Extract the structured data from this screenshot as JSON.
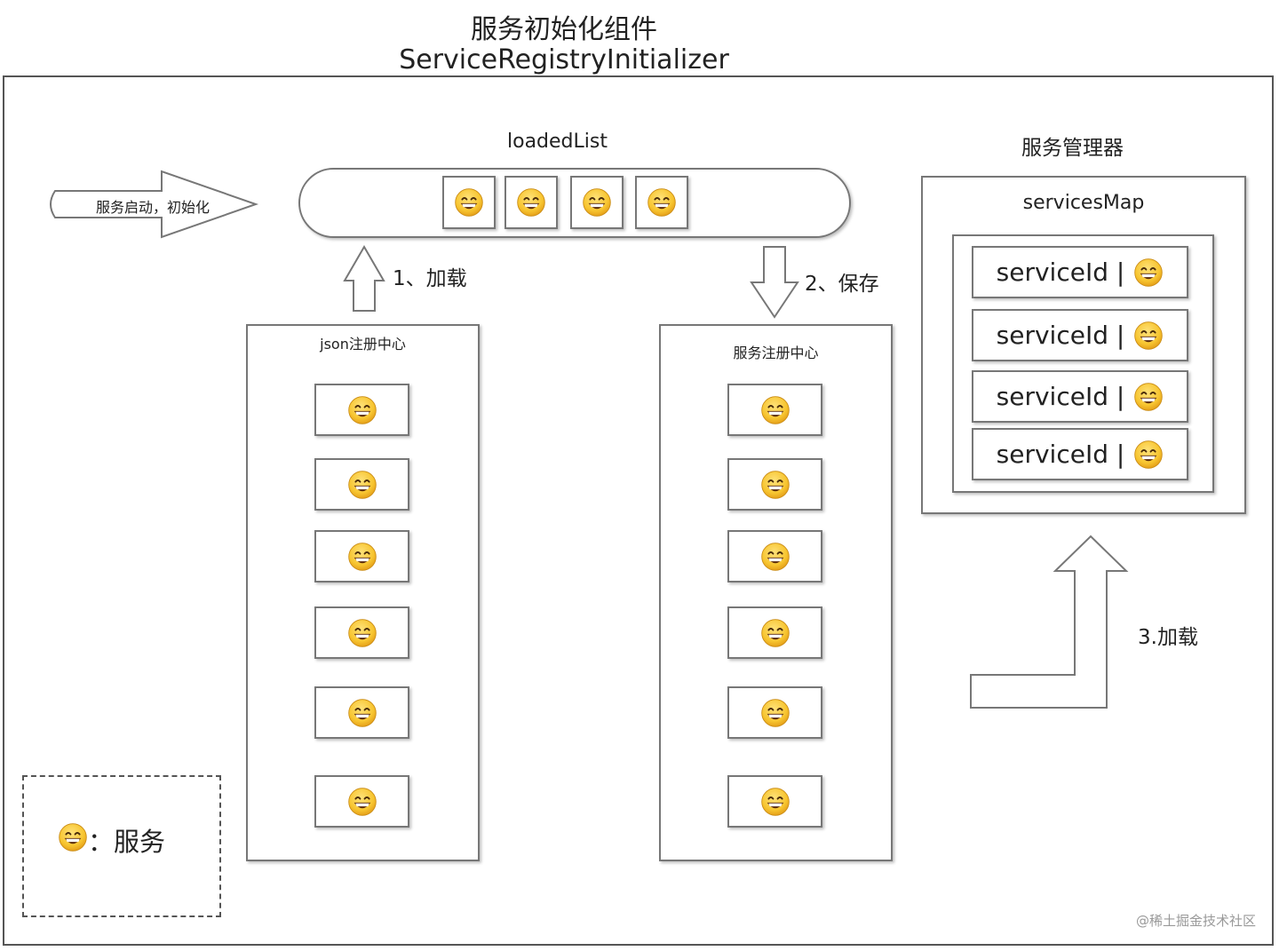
{
  "title": {
    "line1": "服务初始化组件",
    "line2": "ServiceRegistryInitializer"
  },
  "start_arrow": {
    "label": "服务启动，初始化"
  },
  "loaded_list": {
    "label": "loadedList",
    "item_count": 4
  },
  "json_registry": {
    "label": "json注册中心",
    "item_count": 6
  },
  "service_registry": {
    "label": "服务注册中心",
    "item_count": 6
  },
  "manager": {
    "label": "服务管理器",
    "map_label": "servicesMap",
    "rows": [
      "serviceId |",
      "serviceId |",
      "serviceId |",
      "serviceId |"
    ]
  },
  "steps": {
    "load": "1、加载",
    "save": "2、保存",
    "load3": "3.加载"
  },
  "legend": {
    "text": "：服务",
    "icon": "grinning-face-icon"
  },
  "watermark": "@稀土掘金技术社区",
  "colors": {
    "emoji_face": "#f7c530",
    "emoji_outline": "#c98a12",
    "border": "#777777"
  }
}
